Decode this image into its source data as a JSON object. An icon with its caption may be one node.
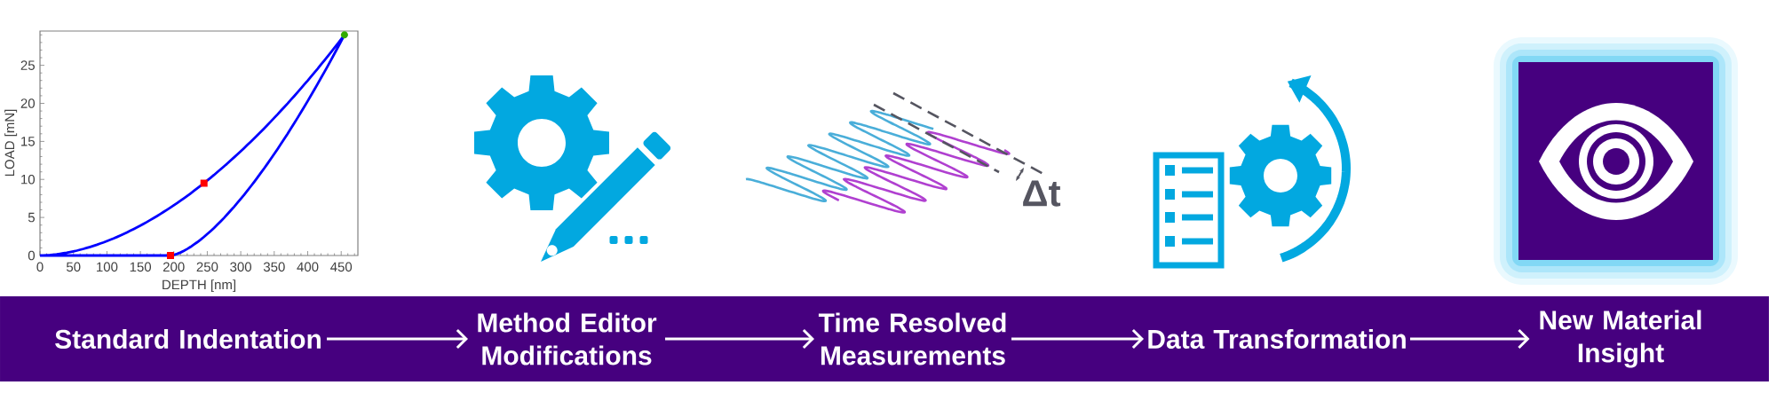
{
  "diagram": {
    "nodes": [
      {
        "text": [
          "Standard Indentation"
        ]
      },
      {
        "text": [
          "Method Editor Modifications"
        ]
      },
      {
        "text": [
          "Time Resolved Measurements"
        ]
      },
      {
        "text": [
          "Data Transformation"
        ]
      },
      {
        "text": [
          "New Material Insight"
        ]
      }
    ],
    "edges": [
      {
        "from": 0,
        "to": 1,
        "arrow": "to"
      },
      {
        "from": 1,
        "to": 2,
        "arrow": "to"
      },
      {
        "from": 2,
        "to": 3,
        "arrow": "to"
      },
      {
        "from": 3,
        "to": 4,
        "arrow": "to"
      }
    ],
    "labels": [
      "LOAD [mN]",
      "25",
      "20",
      "15",
      "10",
      "5",
      "0",
      "0",
      "50",
      "100",
      "150",
      "200",
      "250",
      "300",
      "350",
      "400",
      "450",
      "DEPTH [nm]",
      "Δt"
    ]
  }
}
